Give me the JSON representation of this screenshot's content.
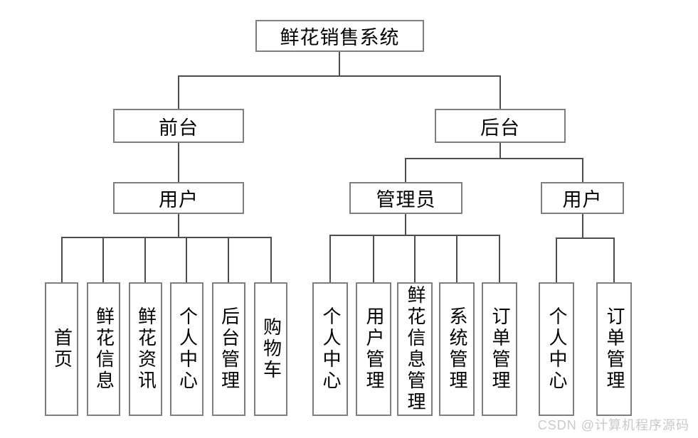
{
  "nodes": {
    "root": "鲜花销售系统",
    "front": "前台",
    "back": "后台",
    "front_user": "用户",
    "admin": "管理员",
    "back_user": "用户"
  },
  "front_user_children": [
    "首页",
    "鲜花信息",
    "鲜花资讯",
    "个人中心",
    "后台管理",
    "购物车"
  ],
  "admin_children": [
    "个人中心",
    "用户管理",
    "鲜花信息管理",
    "系统管理",
    "订单管理"
  ],
  "back_user_children": [
    "个人中心",
    "订单管理"
  ],
  "watermark": {
    "text": "CSDN @计算机程序源码"
  },
  "colors": {
    "background": "#ffffff",
    "box_border": "#7f7f7f",
    "connector": "#4d4d4d",
    "text": "#000000",
    "watermark_text": "#c9c9c9"
  }
}
